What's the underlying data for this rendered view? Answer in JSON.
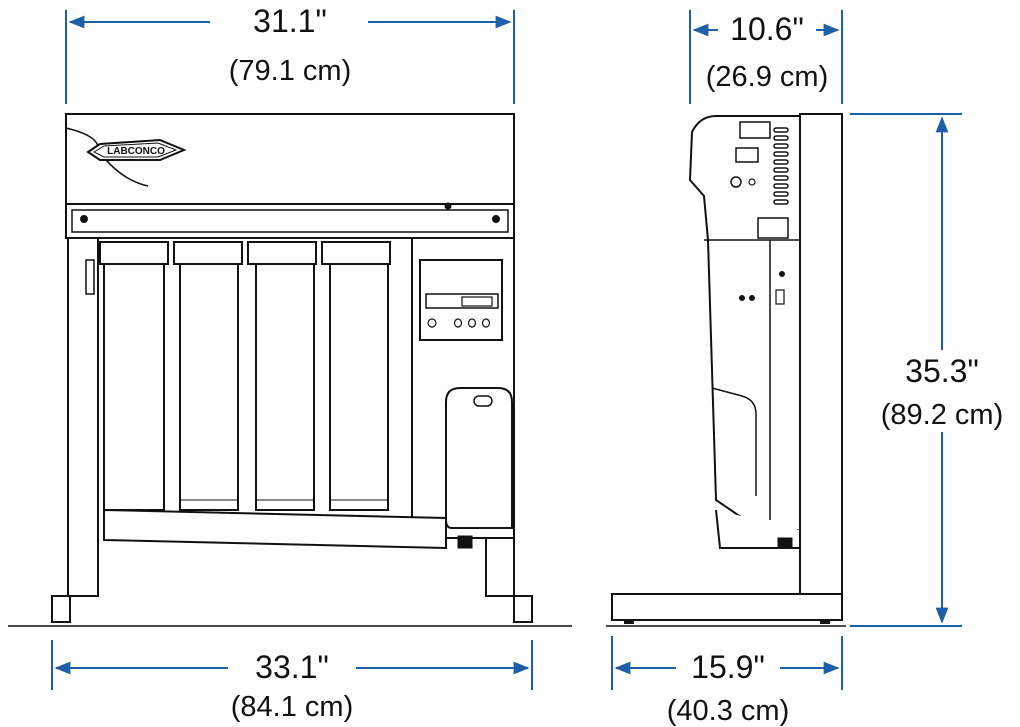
{
  "brand": "LABCONCO",
  "dimensions": {
    "front_top_width": {
      "in": "31.1\"",
      "cm": "(79.1 cm)"
    },
    "front_bottom_width": {
      "in": "33.1\"",
      "cm": "(84.1 cm)"
    },
    "side_top_depth": {
      "in": "10.6\"",
      "cm": "(26.9 cm)"
    },
    "side_bottom_depth": {
      "in": "15.9\"",
      "cm": "(40.3 cm)"
    },
    "height": {
      "in": "35.3\"",
      "cm": "(89.2 cm)"
    }
  },
  "colors": {
    "dimension_line": "#1f5fa8",
    "outline": "#111111",
    "shade": "#e9e9e9"
  }
}
